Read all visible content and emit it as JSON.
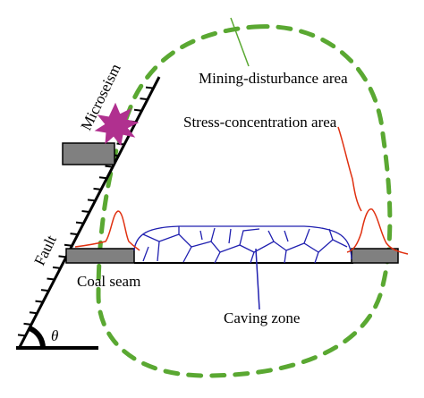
{
  "labels": {
    "mining_disturbance": "Mining-disturbance area",
    "stress_concentration": "Stress-concentration area",
    "microseism": "Microseism",
    "fault": "Fault",
    "coal_seam": "Coal seam",
    "caving_zone": "Caving zone",
    "angle": "θ"
  },
  "colors": {
    "disturbance_boundary": "#5aa832",
    "stress_curve": "#e03010",
    "caving_cells": "#2020b0",
    "microseism": "#b0308f",
    "coal_block": "#808080",
    "fault_line": "#000000"
  }
}
